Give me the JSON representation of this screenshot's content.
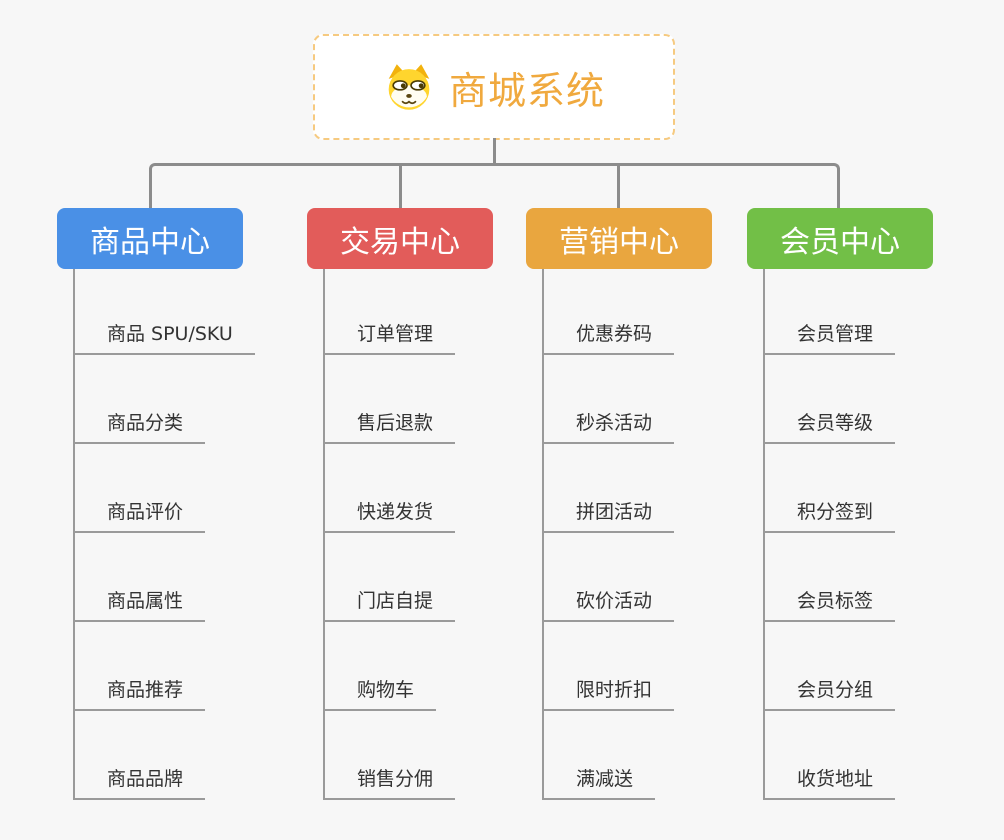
{
  "root": {
    "title": "商城系统",
    "icon": "dog-face-icon",
    "text_color": "#f0a93e",
    "border_color": "#f6ca80"
  },
  "connector_color": "#8c8c8c",
  "child_line_color": "#9a9a9a",
  "branches": [
    {
      "id": "product-center",
      "label": "商品中心",
      "color": "#4a90e6",
      "children": [
        "商品 SPU/SKU",
        "商品分类",
        "商品评价",
        "商品属性",
        "商品推荐",
        "商品品牌"
      ]
    },
    {
      "id": "trade-center",
      "label": "交易中心",
      "color": "#e25c5a",
      "children": [
        "订单管理",
        "售后退款",
        "快递发货",
        "门店自提",
        "购物车",
        "销售分佣"
      ]
    },
    {
      "id": "marketing-center",
      "label": "营销中心",
      "color": "#e9a63f",
      "children": [
        "优惠券码",
        "秒杀活动",
        "拼团活动",
        "砍价活动",
        "限时折扣",
        "满减送"
      ]
    },
    {
      "id": "member-center",
      "label": "会员中心",
      "color": "#72bf47",
      "children": [
        "会员管理",
        "会员等级",
        "积分签到",
        "会员标签",
        "会员分组",
        "收货地址"
      ]
    }
  ]
}
